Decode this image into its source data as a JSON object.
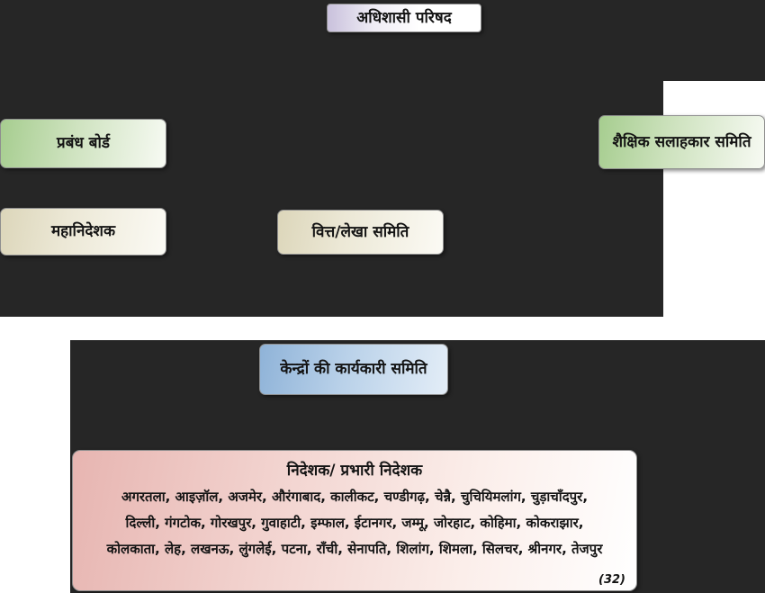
{
  "diagram": {
    "nodes": {
      "executive_council": "अधिशासी परिषद",
      "management_board": "प्रबंध बोर्ड",
      "academic_advisory_committee": "शैक्षिक सलाहकार समिति",
      "director_general": "महानिदेशक",
      "finance_accounts_committee": "वित्त/लेखा समिति",
      "centres_executive_committee": "केन्द्रों की कार्यकारी समिति"
    },
    "directors": {
      "title": "निदेशक/ प्रभारी निदेशक",
      "lines": [
        "अगरतला, आइज़ॉल, अजमेर, औरंगाबाद, कालीकट, चण्डीगढ़, चेन्नै, चुचियिमलांग, चुड़ाचाँदपुर,",
        "दिल्ली, गंगटोक, गोरखपुर, गुवाहाटी, इम्फाल, ईटानगर, जम्मू, जोरहाट, कोहिमा, कोकराझार,",
        "कोलकाता, लेह, लखनऊ, लुंगलेई, पटना, राँची, सेनापति, शिलांग, शिमला, सिलचर, श्रीनगर, तेजपुर"
      ],
      "count": "(32)"
    },
    "colors": {
      "background_dark": "#262626",
      "green_accent": "#a6cd8f",
      "cream_accent": "#dcd6ba",
      "blue_accent": "#8fb3d8",
      "pink_accent": "#e7b5b1",
      "lavender_accent": "#c9c1dc"
    }
  }
}
